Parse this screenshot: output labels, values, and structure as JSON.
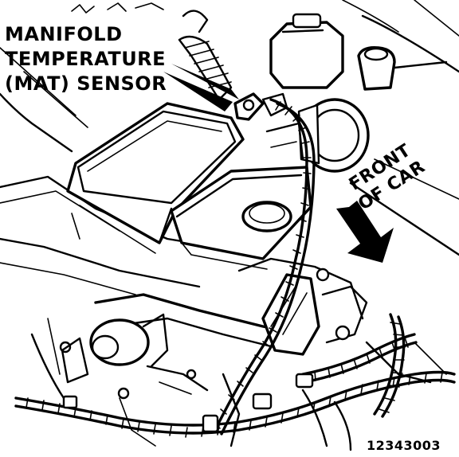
{
  "callout": {
    "line1": "MANIFOLD",
    "line2": "TEMPERATURE",
    "line3": "(MAT) SENSOR"
  },
  "direction": {
    "line1": "FRONT",
    "line2": "OF CAR"
  },
  "figure_number": "12343003"
}
